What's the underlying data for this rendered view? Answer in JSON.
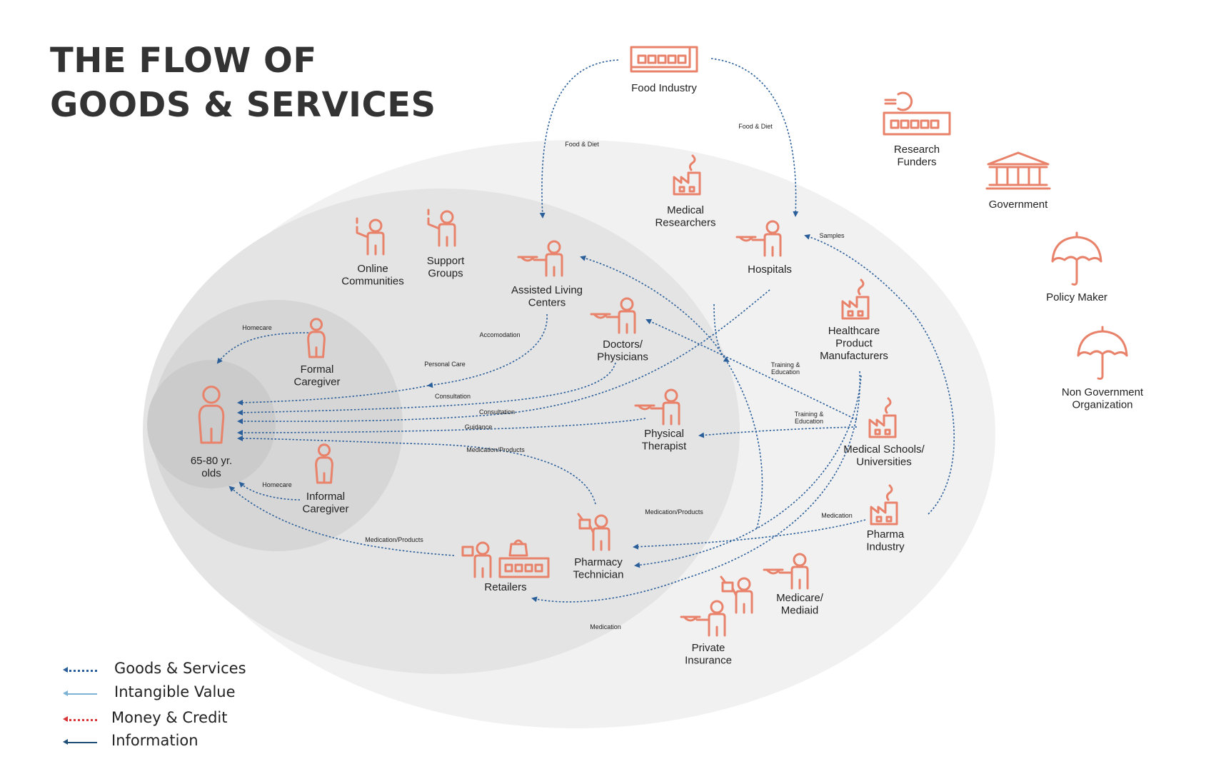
{
  "title": {
    "line1": "THE FLOW OF",
    "line2": "GOODS & SERVICES"
  },
  "colors": {
    "icon": "#E8826A",
    "flow": "#2B5F9A",
    "intangible": "#7FB3D5",
    "money": "#D9383A",
    "information": "#1F4E79",
    "outer_ring": "#F1F1F1",
    "middle_ring": "#E4E4E4",
    "inner_ring": "#D6D6D6",
    "core": "#CBCBCB"
  },
  "nodes": [
    {
      "id": "food-industry",
      "label": [
        "Food Industry"
      ],
      "icon": "factory-building-icon"
    },
    {
      "id": "research-funders",
      "label": [
        "Research",
        "Funders"
      ],
      "icon": "euro-building-icon"
    },
    {
      "id": "government",
      "label": [
        "Government"
      ],
      "icon": "government-building-icon"
    },
    {
      "id": "policy-maker",
      "label": [
        "Policy Maker"
      ],
      "icon": "umbrella-icon"
    },
    {
      "id": "ngo",
      "label": [
        "Non Government",
        "Organization"
      ],
      "icon": "umbrella-icon"
    },
    {
      "id": "medical-researchers",
      "label": [
        "Medical",
        "Researchers"
      ],
      "icon": "factory-icon"
    },
    {
      "id": "hospitals",
      "label": [
        "Hospitals"
      ],
      "icon": "person-serving-icon"
    },
    {
      "id": "online-communities",
      "label": [
        "Online",
        "Communities"
      ],
      "icon": "person-info-icon"
    },
    {
      "id": "support-groups",
      "label": [
        "Support",
        "Groups"
      ],
      "icon": "person-info-icon"
    },
    {
      "id": "assisted-living",
      "label": [
        "Assisted Living",
        "Centers"
      ],
      "icon": "person-serving-icon"
    },
    {
      "id": "doctors",
      "label": [
        "Doctors/",
        "Physicians"
      ],
      "icon": "person-serving-icon"
    },
    {
      "id": "healthcare-manufacturers",
      "label": [
        "Healthcare",
        "Product",
        "Manufacturers"
      ],
      "icon": "factory-icon"
    },
    {
      "id": "formal-caregiver",
      "label": [
        "Formal",
        "Caregiver"
      ],
      "icon": "person-icon"
    },
    {
      "id": "seniors",
      "label": [
        "65-80 yr.",
        "olds"
      ],
      "icon": "person-icon"
    },
    {
      "id": "informal-caregiver",
      "label": [
        "Informal",
        "Caregiver"
      ],
      "icon": "person-icon"
    },
    {
      "id": "physical-therapist",
      "label": [
        "Physical",
        "Therapist"
      ],
      "icon": "person-serving-icon"
    },
    {
      "id": "medical-schools",
      "label": [
        "Medical Schools/",
        "Universities"
      ],
      "icon": "factory-icon"
    },
    {
      "id": "pharma-industry",
      "label": [
        "Pharma",
        "Industry"
      ],
      "icon": "factory-icon"
    },
    {
      "id": "pharmacy-technician",
      "label": [
        "Pharmacy",
        "Technician"
      ],
      "icon": "person-register-icon"
    },
    {
      "id": "retailers",
      "label": [
        "Retailers"
      ],
      "icon": "shop-icon"
    },
    {
      "id": "medicare",
      "label": [
        "Medicare/",
        "Mediaid"
      ],
      "icon": "person-serving-icon"
    },
    {
      "id": "private-insurance",
      "label": [
        "Private",
        "Insurance"
      ],
      "icon": "person-serving-icon"
    }
  ],
  "edges": [
    {
      "label": "Food & Diet"
    },
    {
      "label": "Food & Diet"
    },
    {
      "label": "Samples"
    },
    {
      "label": "Homecare"
    },
    {
      "label": "Accomodation"
    },
    {
      "label": "Personal Care"
    },
    {
      "label": "Consultation"
    },
    {
      "label": "Consultation"
    },
    {
      "label": "Guidance"
    },
    {
      "label": "Medication/Products"
    },
    {
      "label": "Homecare"
    },
    {
      "label": "Medication/Products"
    },
    {
      "label": "Training & Education"
    },
    {
      "label": "Training & Education"
    },
    {
      "label": "Medication/Products"
    },
    {
      "label": "Medication"
    },
    {
      "label": "Medication"
    },
    {
      "label": ""
    },
    {
      "label": ""
    }
  ],
  "legend": [
    {
      "label": "Goods & Services",
      "style": "dotted",
      "color": "#2B5F9A"
    },
    {
      "label": "Intangible Value",
      "style": "solid",
      "color": "#7FB3D5"
    },
    {
      "label": "Money & Credit",
      "style": "dotted",
      "color": "#D9383A"
    },
    {
      "label": "Information",
      "style": "solid",
      "color": "#1F4E79"
    }
  ]
}
